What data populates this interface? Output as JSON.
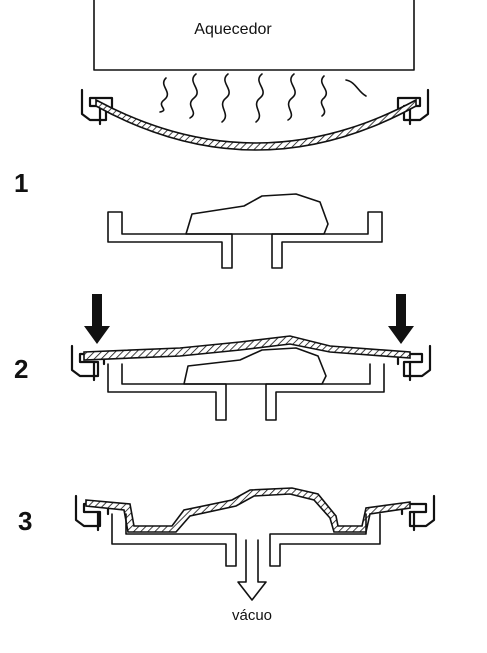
{
  "diagram": {
    "heater_label": "Aquecedor",
    "steps": [
      {
        "number": "1"
      },
      {
        "number": "2"
      },
      {
        "number": "3"
      }
    ],
    "vacuum_label": "vácuo"
  }
}
